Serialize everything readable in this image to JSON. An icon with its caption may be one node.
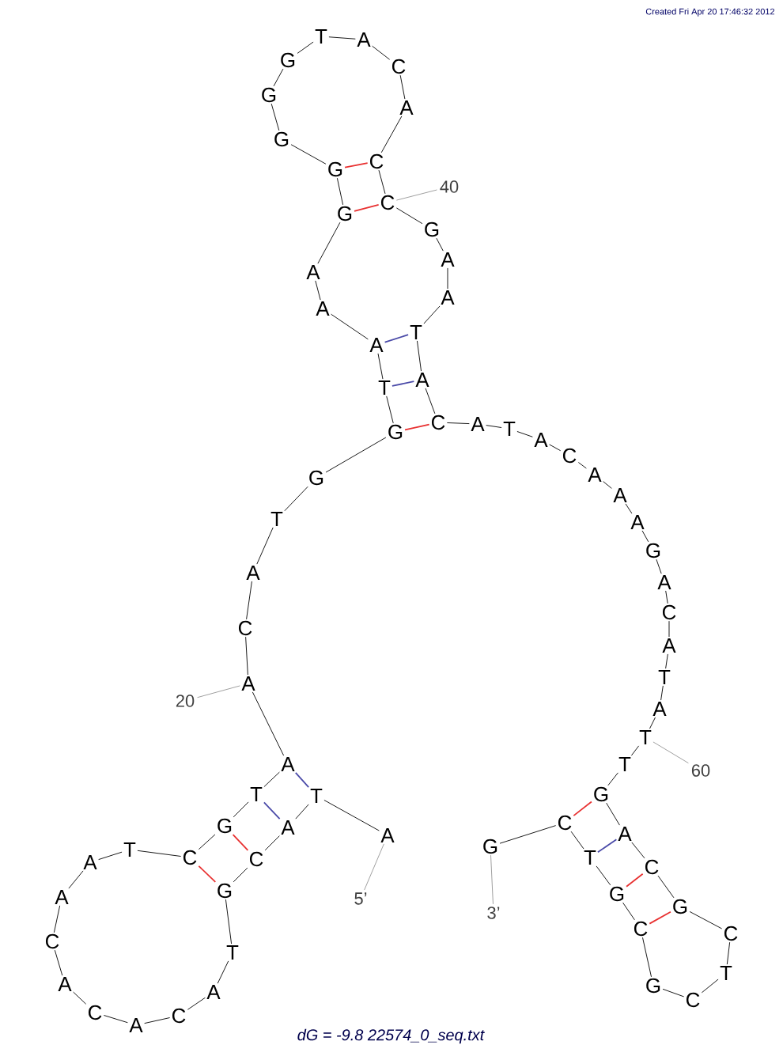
{
  "diagram": {
    "caption": "dG = -9.8 22574_0_seq.txt",
    "nodes": [
      {
        "text": [
          "A"
        ]
      },
      {
        "text": [
          "T"
        ]
      },
      {
        "text": [
          "A"
        ]
      },
      {
        "text": [
          "C"
        ]
      },
      {
        "text": [
          "G"
        ]
      },
      {
        "text": [
          "T"
        ]
      },
      {
        "text": [
          "A"
        ]
      },
      {
        "text": [
          "C"
        ]
      },
      {
        "text": [
          "A"
        ]
      },
      {
        "text": [
          "C"
        ]
      },
      {
        "text": [
          "A"
        ]
      },
      {
        "text": [
          "C"
        ]
      },
      {
        "text": [
          "A"
        ]
      },
      {
        "text": [
          "A"
        ]
      },
      {
        "text": [
          "T"
        ]
      },
      {
        "text": [
          "C"
        ]
      },
      {
        "text": [
          "G"
        ]
      },
      {
        "text": [
          "T"
        ]
      },
      {
        "text": [
          "A"
        ]
      },
      {
        "text": [
          "A"
        ]
      },
      {
        "text": [
          "C"
        ]
      },
      {
        "text": [
          "A"
        ]
      },
      {
        "text": [
          "T"
        ]
      },
      {
        "text": [
          "G"
        ]
      },
      {
        "text": [
          "G"
        ]
      },
      {
        "text": [
          "T"
        ]
      },
      {
        "text": [
          "A"
        ]
      },
      {
        "text": [
          "A"
        ]
      },
      {
        "text": [
          "A"
        ]
      },
      {
        "text": [
          "G"
        ]
      },
      {
        "text": [
          "G"
        ]
      },
      {
        "text": [
          "G"
        ]
      },
      {
        "text": [
          "G"
        ]
      },
      {
        "text": [
          "G"
        ]
      },
      {
        "text": [
          "T"
        ]
      },
      {
        "text": [
          "A"
        ]
      },
      {
        "text": [
          "C"
        ]
      },
      {
        "text": [
          "A"
        ]
      },
      {
        "text": [
          "C"
        ]
      },
      {
        "text": [
          "C"
        ]
      },
      {
        "text": [
          "G"
        ]
      },
      {
        "text": [
          "A"
        ]
      },
      {
        "text": [
          "A"
        ]
      },
      {
        "text": [
          "T"
        ]
      },
      {
        "text": [
          "A"
        ]
      },
      {
        "text": [
          "C"
        ]
      },
      {
        "text": [
          "A"
        ]
      },
      {
        "text": [
          "T"
        ]
      },
      {
        "text": [
          "A"
        ]
      },
      {
        "text": [
          "C"
        ]
      },
      {
        "text": [
          "A"
        ]
      },
      {
        "text": [
          "A"
        ]
      },
      {
        "text": [
          "A"
        ]
      },
      {
        "text": [
          "G"
        ]
      },
      {
        "text": [
          "A"
        ]
      },
      {
        "text": [
          "C"
        ]
      },
      {
        "text": [
          "A"
        ]
      },
      {
        "text": [
          "T"
        ]
      },
      {
        "text": [
          "A"
        ]
      },
      {
        "text": [
          "T"
        ]
      },
      {
        "text": [
          "T"
        ]
      },
      {
        "text": [
          "G"
        ]
      },
      {
        "text": [
          "A"
        ]
      },
      {
        "text": [
          "C"
        ]
      },
      {
        "text": [
          "G"
        ]
      },
      {
        "text": [
          "C"
        ]
      },
      {
        "text": [
          "T"
        ]
      },
      {
        "text": [
          "C"
        ]
      },
      {
        "text": [
          "G"
        ]
      },
      {
        "text": [
          "C"
        ]
      },
      {
        "text": [
          "G"
        ]
      },
      {
        "text": [
          "T"
        ]
      },
      {
        "text": [
          "C"
        ]
      },
      {
        "text": [
          "G"
        ]
      },
      {
        "text": [
          "5’"
        ]
      },
      {
        "text": [
          "20"
        ]
      },
      {
        "text": [
          "40"
        ]
      },
      {
        "text": [
          "60"
        ]
      },
      {
        "text": [
          "3’"
        ]
      }
    ],
    "edges": [
      {
        "from": 0,
        "to": 1,
        "arrow": "none"
      },
      {
        "from": 1,
        "to": 2,
        "arrow": "none"
      },
      {
        "from": 2,
        "to": 3,
        "arrow": "none"
      },
      {
        "from": 3,
        "to": 4,
        "arrow": "none"
      },
      {
        "from": 4,
        "to": 5,
        "arrow": "none"
      },
      {
        "from": 5,
        "to": 6,
        "arrow": "none"
      },
      {
        "from": 6,
        "to": 7,
        "arrow": "none"
      },
      {
        "from": 7,
        "to": 8,
        "arrow": "none"
      },
      {
        "from": 8,
        "to": 9,
        "arrow": "none"
      },
      {
        "from": 9,
        "to": 10,
        "arrow": "none"
      },
      {
        "from": 10,
        "to": 11,
        "arrow": "none"
      },
      {
        "from": 11,
        "to": 12,
        "arrow": "none"
      },
      {
        "from": 12,
        "to": 13,
        "arrow": "none"
      },
      {
        "from": 13,
        "to": 14,
        "arrow": "none"
      },
      {
        "from": 14,
        "to": 15,
        "arrow": "none"
      },
      {
        "from": 15,
        "to": 16,
        "arrow": "none"
      },
      {
        "from": 16,
        "to": 17,
        "arrow": "none"
      },
      {
        "from": 17,
        "to": 18,
        "arrow": "none"
      },
      {
        "from": 18,
        "to": 19,
        "arrow": "none"
      },
      {
        "from": 19,
        "to": 20,
        "arrow": "none"
      },
      {
        "from": 20,
        "to": 21,
        "arrow": "none"
      },
      {
        "from": 21,
        "to": 22,
        "arrow": "none"
      },
      {
        "from": 22,
        "to": 23,
        "arrow": "none"
      },
      {
        "from": 23,
        "to": 24,
        "arrow": "none"
      },
      {
        "from": 24,
        "to": 25,
        "arrow": "none"
      },
      {
        "from": 25,
        "to": 26,
        "arrow": "none"
      },
      {
        "from": 26,
        "to": 27,
        "arrow": "none"
      },
      {
        "from": 27,
        "to": 28,
        "arrow": "none"
      },
      {
        "from": 28,
        "to": 29,
        "arrow": "none"
      },
      {
        "from": 29,
        "to": 30,
        "arrow": "none"
      },
      {
        "from": 30,
        "to": 31,
        "arrow": "none"
      },
      {
        "from": 31,
        "to": 32,
        "arrow": "none"
      },
      {
        "from": 32,
        "to": 33,
        "arrow": "none"
      },
      {
        "from": 33,
        "to": 34,
        "arrow": "none"
      },
      {
        "from": 34,
        "to": 35,
        "arrow": "none"
      },
      {
        "from": 35,
        "to": 36,
        "arrow": "none"
      },
      {
        "from": 36,
        "to": 37,
        "arrow": "none"
      },
      {
        "from": 37,
        "to": 38,
        "arrow": "none"
      },
      {
        "from": 38,
        "to": 39,
        "arrow": "none"
      },
      {
        "from": 39,
        "to": 40,
        "arrow": "none"
      },
      {
        "from": 40,
        "to": 41,
        "arrow": "none"
      },
      {
        "from": 41,
        "to": 42,
        "arrow": "none"
      },
      {
        "from": 42,
        "to": 43,
        "arrow": "none"
      },
      {
        "from": 43,
        "to": 44,
        "arrow": "none"
      },
      {
        "from": 44,
        "to": 45,
        "arrow": "none"
      },
      {
        "from": 45,
        "to": 46,
        "arrow": "none"
      },
      {
        "from": 46,
        "to": 47,
        "arrow": "none"
      },
      {
        "from": 47,
        "to": 48,
        "arrow": "none"
      },
      {
        "from": 48,
        "to": 49,
        "arrow": "none"
      },
      {
        "from": 49,
        "to": 50,
        "arrow": "none"
      },
      {
        "from": 50,
        "to": 51,
        "arrow": "none"
      },
      {
        "from": 51,
        "to": 52,
        "arrow": "none"
      },
      {
        "from": 52,
        "to": 53,
        "arrow": "none"
      },
      {
        "from": 53,
        "to": 54,
        "arrow": "none"
      },
      {
        "from": 54,
        "to": 55,
        "arrow": "none"
      },
      {
        "from": 55,
        "to": 56,
        "arrow": "none"
      },
      {
        "from": 56,
        "to": 57,
        "arrow": "none"
      },
      {
        "from": 57,
        "to": 58,
        "arrow": "none"
      },
      {
        "from": 58,
        "to": 59,
        "arrow": "none"
      },
      {
        "from": 59,
        "to": 60,
        "arrow": "none"
      },
      {
        "from": 60,
        "to": 61,
        "arrow": "none"
      },
      {
        "from": 61,
        "to": 62,
        "arrow": "none"
      },
      {
        "from": 62,
        "to": 63,
        "arrow": "none"
      },
      {
        "from": 63,
        "to": 64,
        "arrow": "none"
      },
      {
        "from": 64,
        "to": 65,
        "arrow": "none"
      },
      {
        "from": 65,
        "to": 66,
        "arrow": "none"
      },
      {
        "from": 66,
        "to": 67,
        "arrow": "none"
      },
      {
        "from": 67,
        "to": 68,
        "arrow": "none"
      },
      {
        "from": 68,
        "to": 69,
        "arrow": "none"
      },
      {
        "from": 69,
        "to": 70,
        "arrow": "none"
      },
      {
        "from": 70,
        "to": 71,
        "arrow": "none"
      },
      {
        "from": 71,
        "to": 72,
        "arrow": "none"
      },
      {
        "from": 72,
        "to": 73,
        "arrow": "none"
      },
      {
        "from": 1,
        "to": 18,
        "arrow": "none",
        "color": "#4a4aa8"
      },
      {
        "from": 2,
        "to": 17,
        "arrow": "none",
        "color": "#4a4aa8"
      },
      {
        "from": 3,
        "to": 16,
        "arrow": "none",
        "color": "#e83030"
      },
      {
        "from": 4,
        "to": 15,
        "arrow": "none",
        "color": "#e83030"
      },
      {
        "from": 24,
        "to": 45,
        "arrow": "none",
        "color": "#e83030"
      },
      {
        "from": 25,
        "to": 44,
        "arrow": "none",
        "color": "#4a4aa8"
      },
      {
        "from": 26,
        "to": 43,
        "arrow": "none",
        "color": "#4a4aa8"
      },
      {
        "from": 29,
        "to": 39,
        "arrow": "none",
        "color": "#e83030"
      },
      {
        "from": 30,
        "to": 38,
        "arrow": "none",
        "color": "#e83030"
      },
      {
        "from": 61,
        "to": 72,
        "arrow": "none",
        "color": "#e83030"
      },
      {
        "from": 62,
        "to": 71,
        "arrow": "none",
        "color": "#4a4aa8"
      },
      {
        "from": 63,
        "to": 70,
        "arrow": "none",
        "color": "#e83030"
      },
      {
        "from": 64,
        "to": 69,
        "arrow": "none",
        "color": "#e83030"
      },
      {
        "from": 74,
        "to": 0,
        "arrow": "none",
        "color": "#a0a0a0"
      },
      {
        "from": 75,
        "to": 19,
        "arrow": "none",
        "color": "#a0a0a0"
      },
      {
        "from": 76,
        "to": 39,
        "arrow": "none",
        "color": "#a0a0a0"
      },
      {
        "from": 77,
        "to": 59,
        "arrow": "none",
        "color": "#a0a0a0"
      },
      {
        "from": 78,
        "to": 73,
        "arrow": "none",
        "color": "#a0a0a0"
      }
    ],
    "labels": [
      "Created Fri Apr 20 17:46:32 2012"
    ]
  }
}
